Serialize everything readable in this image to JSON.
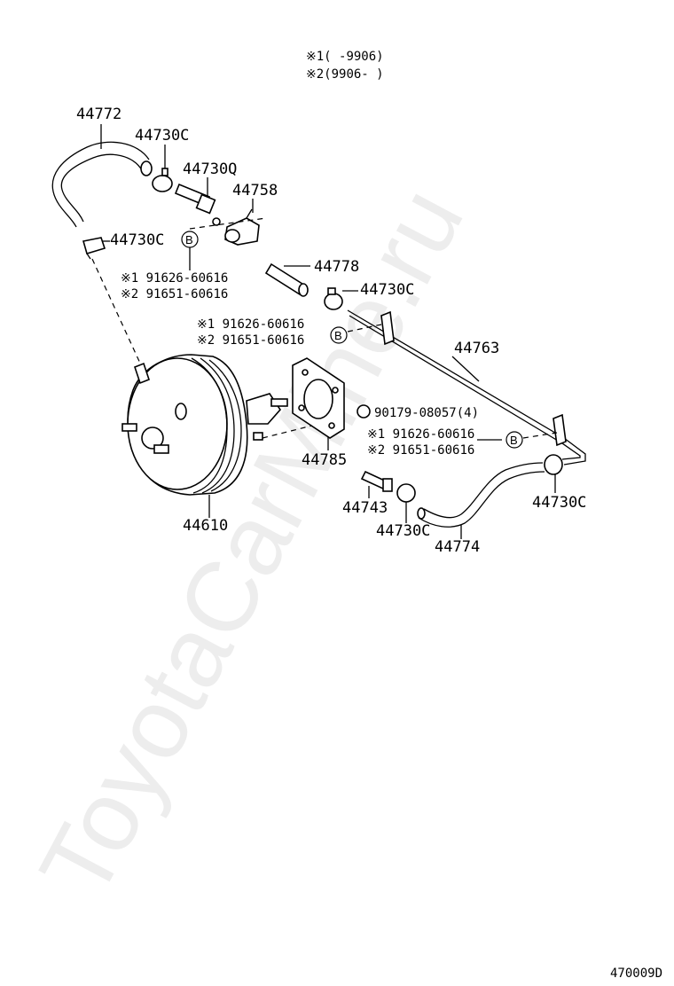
{
  "watermark": "ToyotaCarMine.ru",
  "legend": {
    "row1": "※1(    -9906)",
    "row2": "※2(9906-    )"
  },
  "labels": {
    "hose_upper": "44772",
    "clamp_top": "44730C",
    "check_valve": "44730Q",
    "hose_joint": "44758",
    "clamp_left": "44730C",
    "note1_a": "※1 91626-60616",
    "note1_b": "※2 91651-60616",
    "hose_short": "44778",
    "clamp_mid": "44730C",
    "note2_a": "※1 91626-60616",
    "note2_b": "※2 91651-60616",
    "tube": "44763",
    "nut": "90179-08057(4)",
    "note3_a": "※1 91626-60616",
    "note3_b": "※2 91651-60616",
    "gasket": "44785",
    "union": "44743",
    "clamp_bottom": "44730C",
    "hose_lower": "44774",
    "clamp_right": "44730C",
    "booster": "44610"
  },
  "callout": "B",
  "code": "470009D"
}
